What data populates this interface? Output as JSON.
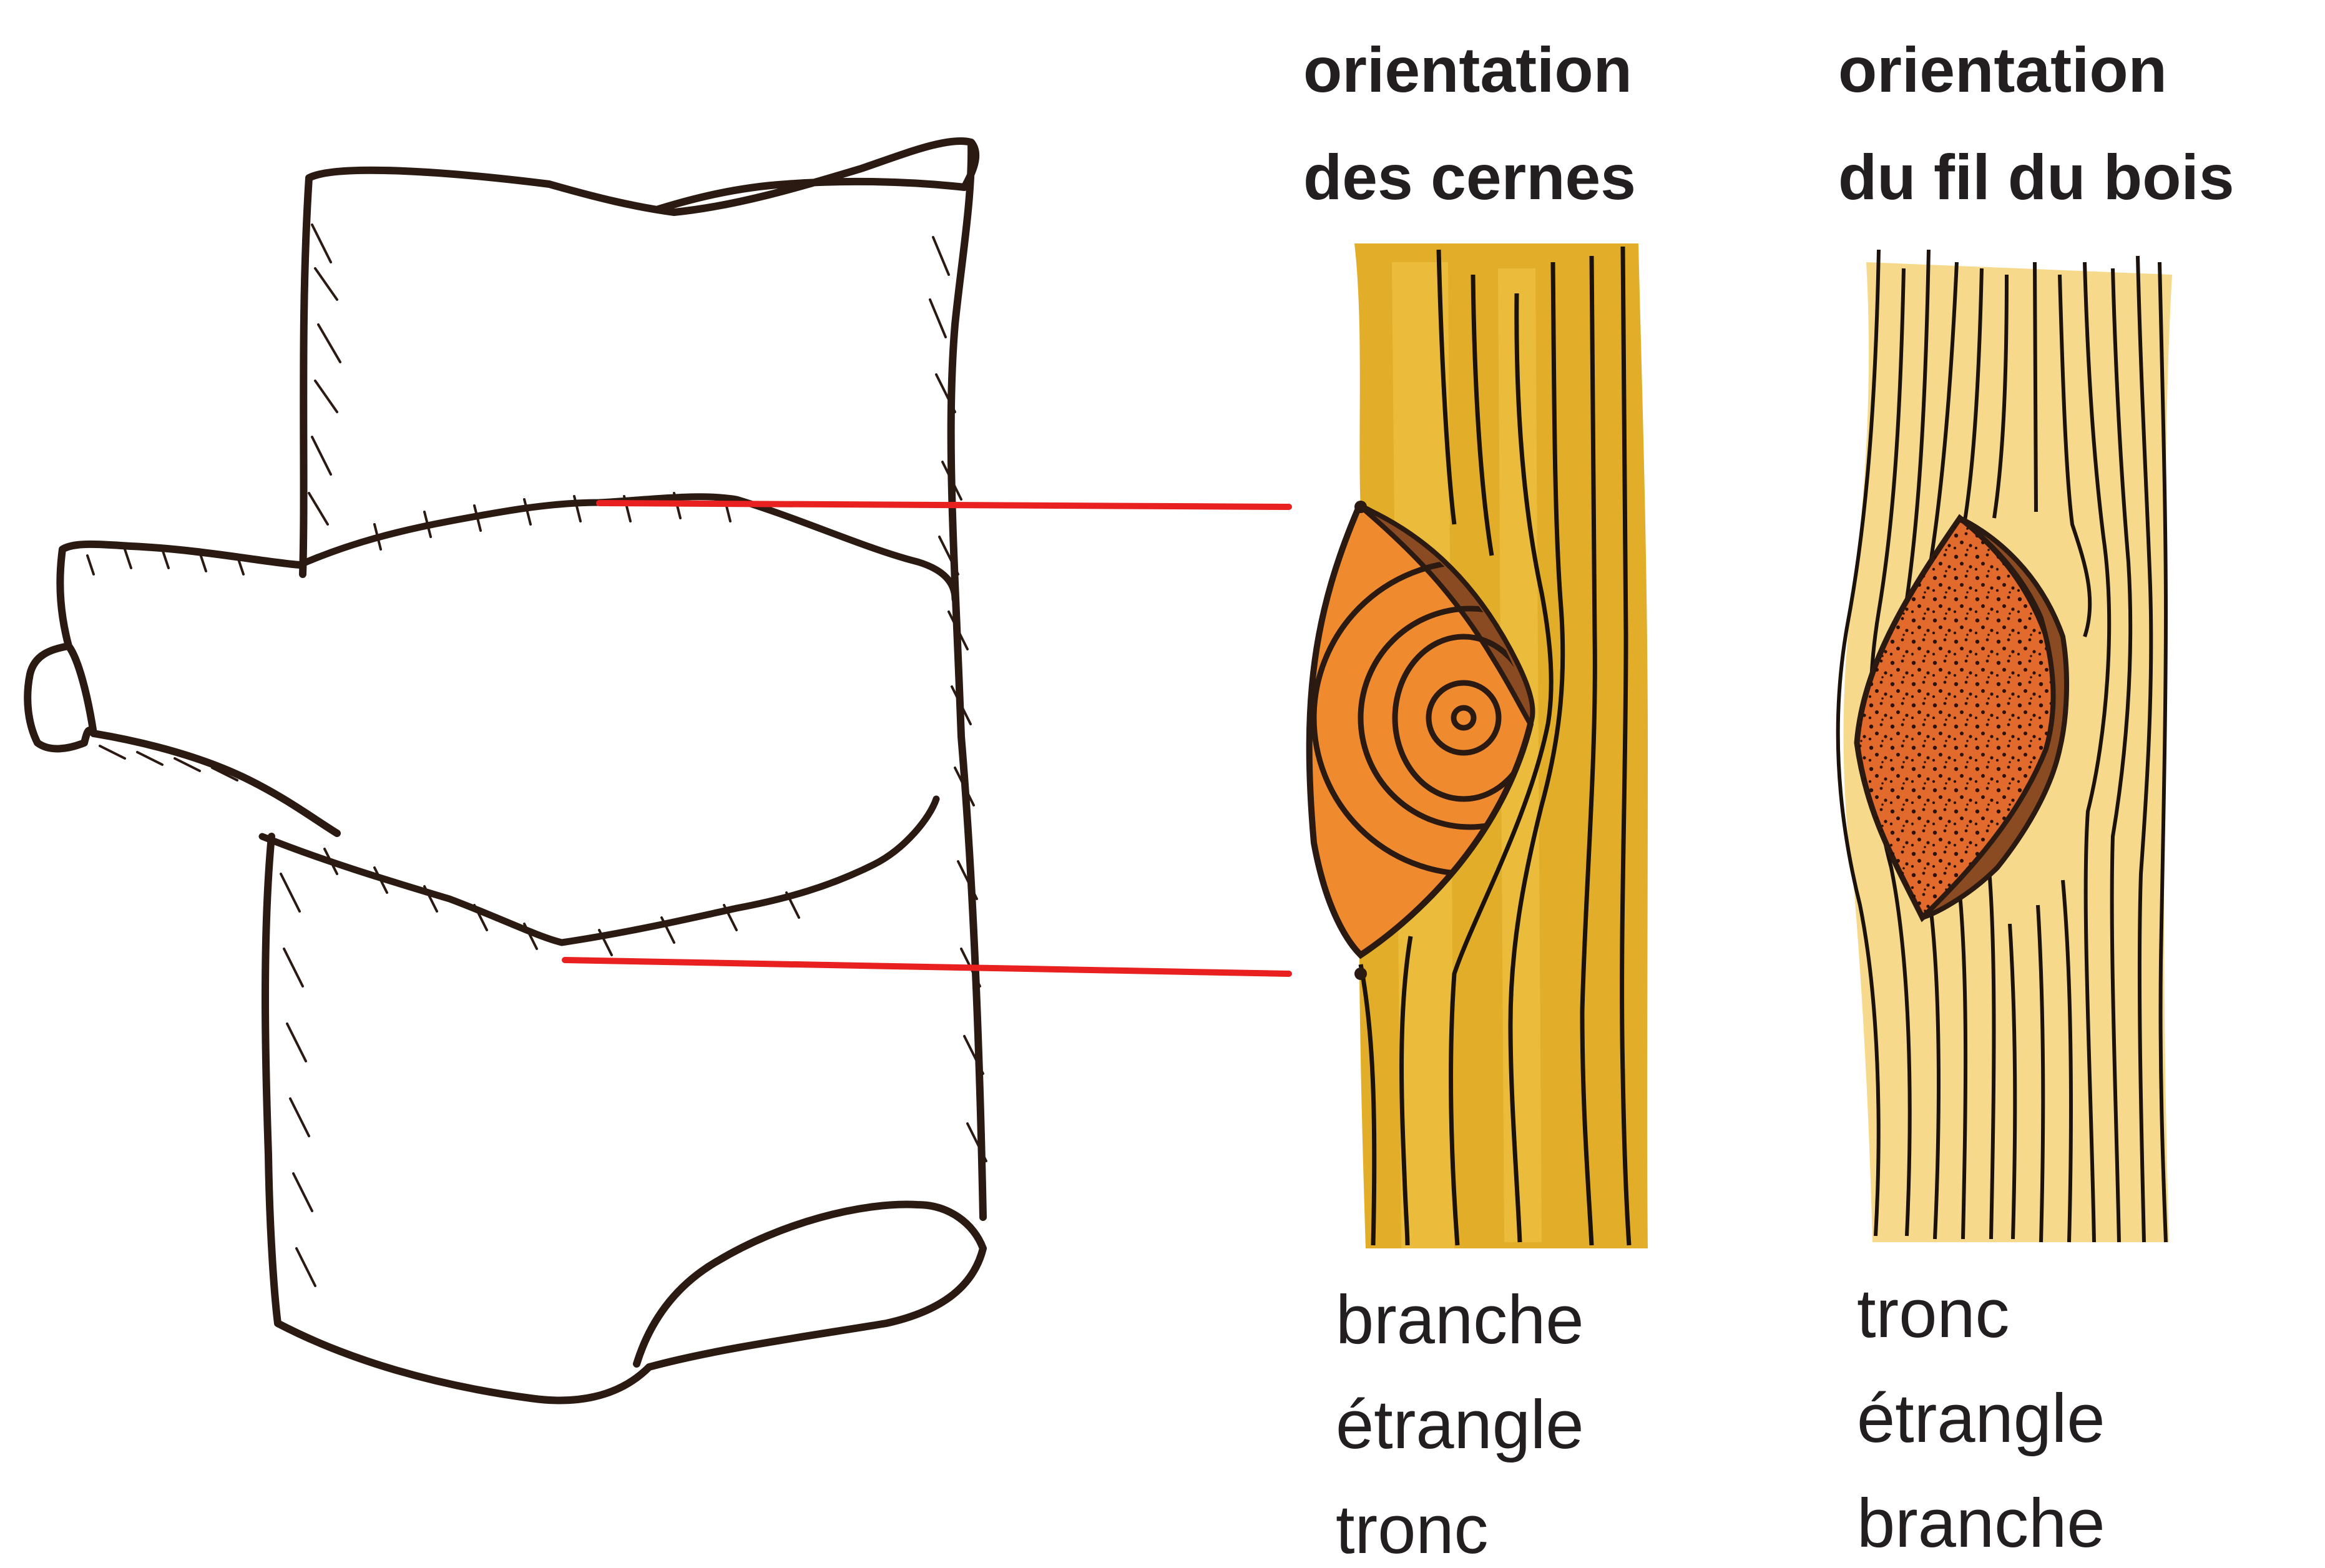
{
  "panels": {
    "rings": {
      "title_lines": [
        "orientation",
        "des cernes"
      ],
      "caption_lines": [
        "branche",
        "étrangle",
        "tronc"
      ]
    },
    "grain": {
      "title_lines": [
        "orientation",
        "du fil du bois"
      ],
      "caption_lines": [
        "tronc",
        "étrangle",
        "branche"
      ]
    }
  },
  "colors": {
    "outline": "#2a1a12",
    "connector_lines": "#e8201f",
    "wood_light": "#f6d98a",
    "wood_dark": "#e2ae2a",
    "knot": "#f0872a",
    "knot_dark": "#d65a22",
    "bark": "#8a4a22",
    "text": "#231f20"
  }
}
